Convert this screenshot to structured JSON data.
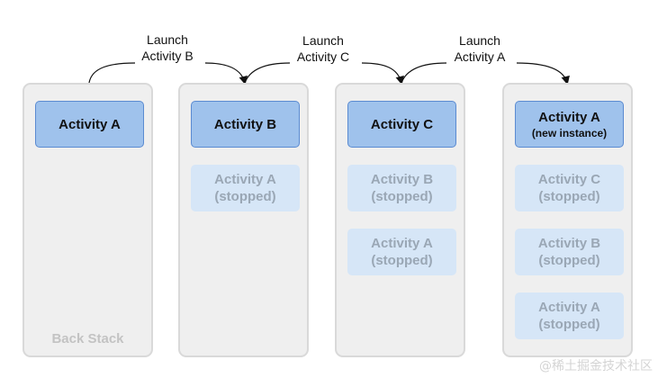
{
  "transitions": [
    {
      "line1": "Launch",
      "line2": "Activity B"
    },
    {
      "line1": "Launch",
      "line2": "Activity C"
    },
    {
      "line1": "Launch",
      "line2": "Activity A"
    }
  ],
  "stacks": [
    {
      "label": "Back Stack",
      "cards": [
        {
          "title": "Activity A",
          "sub": "",
          "state": "active"
        }
      ]
    },
    {
      "label": "",
      "cards": [
        {
          "title": "Activity B",
          "sub": "",
          "state": "active"
        },
        {
          "title": "Activity A",
          "sub": "(stopped)",
          "state": "stopped"
        }
      ]
    },
    {
      "label": "",
      "cards": [
        {
          "title": "Activity C",
          "sub": "",
          "state": "active"
        },
        {
          "title": "Activity B",
          "sub": "(stopped)",
          "state": "stopped"
        },
        {
          "title": "Activity A",
          "sub": "(stopped)",
          "state": "stopped"
        }
      ]
    },
    {
      "label": "",
      "cards": [
        {
          "title": "Activity A",
          "sub": "(new instance)",
          "state": "active"
        },
        {
          "title": "Activity C",
          "sub": "(stopped)",
          "state": "stopped"
        },
        {
          "title": "Activity B",
          "sub": "(stopped)",
          "state": "stopped"
        },
        {
          "title": "Activity A",
          "sub": "(stopped)",
          "state": "stopped"
        }
      ]
    }
  ],
  "watermark": "@稀土掘金技术社区",
  "colors": {
    "active_fill": "#9fc2ec",
    "active_border": "#5b8bd1",
    "stopped_fill": "#d6e6f7",
    "stopped_text": "#9aa7b5",
    "stack_fill": "#efefef",
    "stack_border": "#d9d9d9"
  }
}
